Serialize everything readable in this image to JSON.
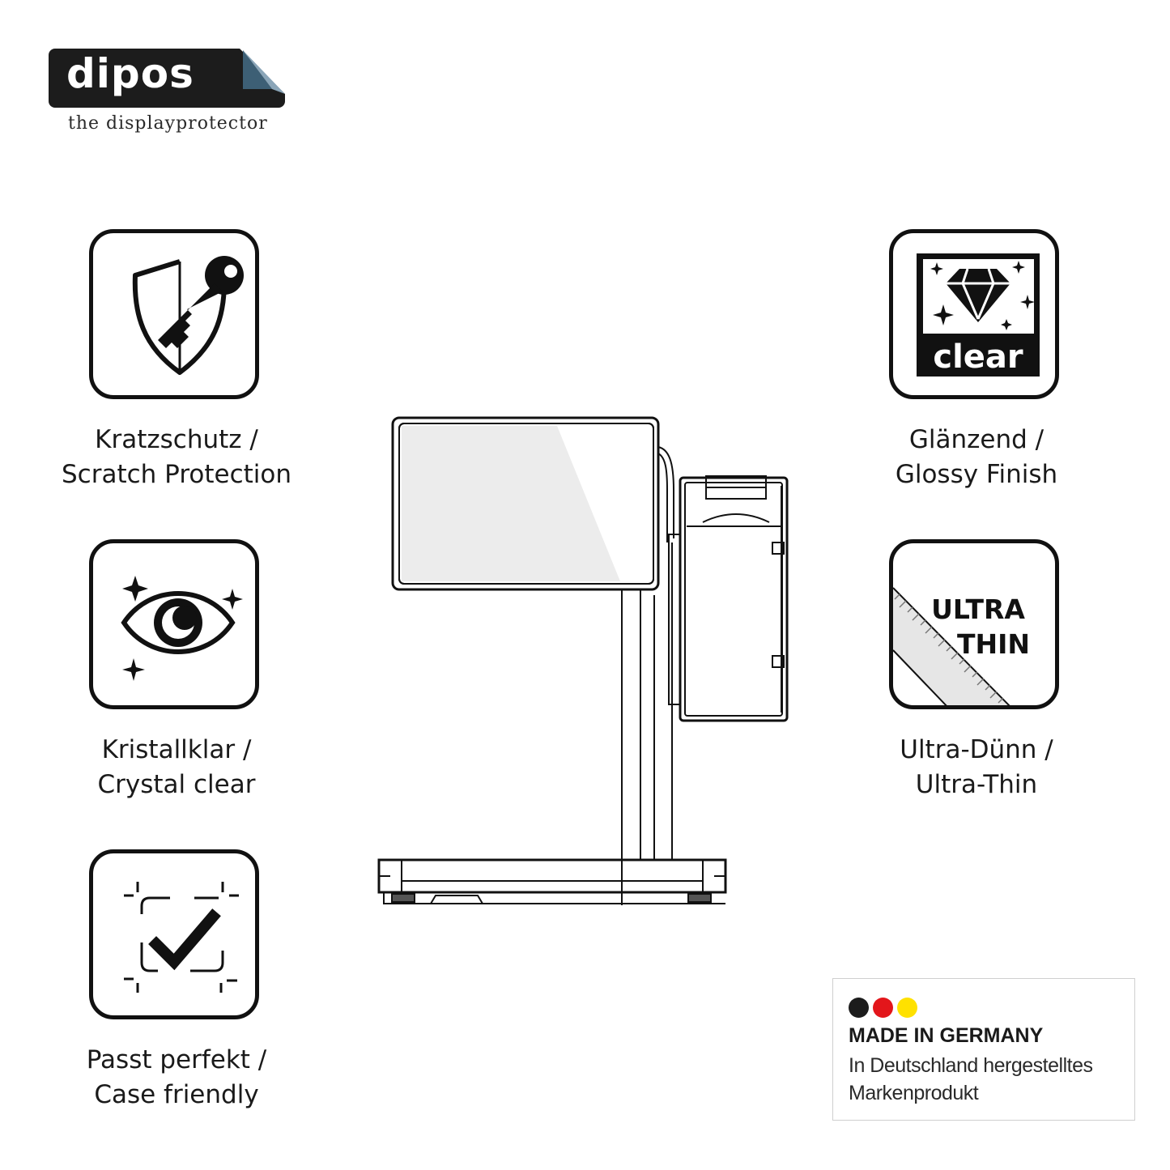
{
  "brand": {
    "name": "dipos",
    "tagline": "the displayprotector"
  },
  "features": [
    {
      "icon": "shield-key-icon",
      "line1": "Kratzschutz /",
      "line2": "Scratch Protection"
    },
    {
      "icon": "eye-sparkle-icon",
      "line1": "Kristallklar /",
      "line2": "Crystal clear"
    },
    {
      "icon": "checkmark-frame-icon",
      "line1": "Passt perfekt /",
      "line2": "Case friendly"
    },
    {
      "icon": "diamond-clear-icon",
      "badge_text": "clear",
      "line1": "Glänzend /",
      "line2": "Glossy Finish"
    },
    {
      "icon": "ultra-thin-ruler-icon",
      "badge_line1": "ULTRA",
      "badge_line2": "THIN",
      "line1": "Ultra-Dünn /",
      "line2": "Ultra-Thin"
    }
  ],
  "made_in": {
    "title": "MADE IN GERMANY",
    "line1": "In Deutschland hergestelltes",
    "line2": "Markenprodukt",
    "flag_colors": [
      "#1c1c1c",
      "#e3161b",
      "#ffe100"
    ]
  }
}
